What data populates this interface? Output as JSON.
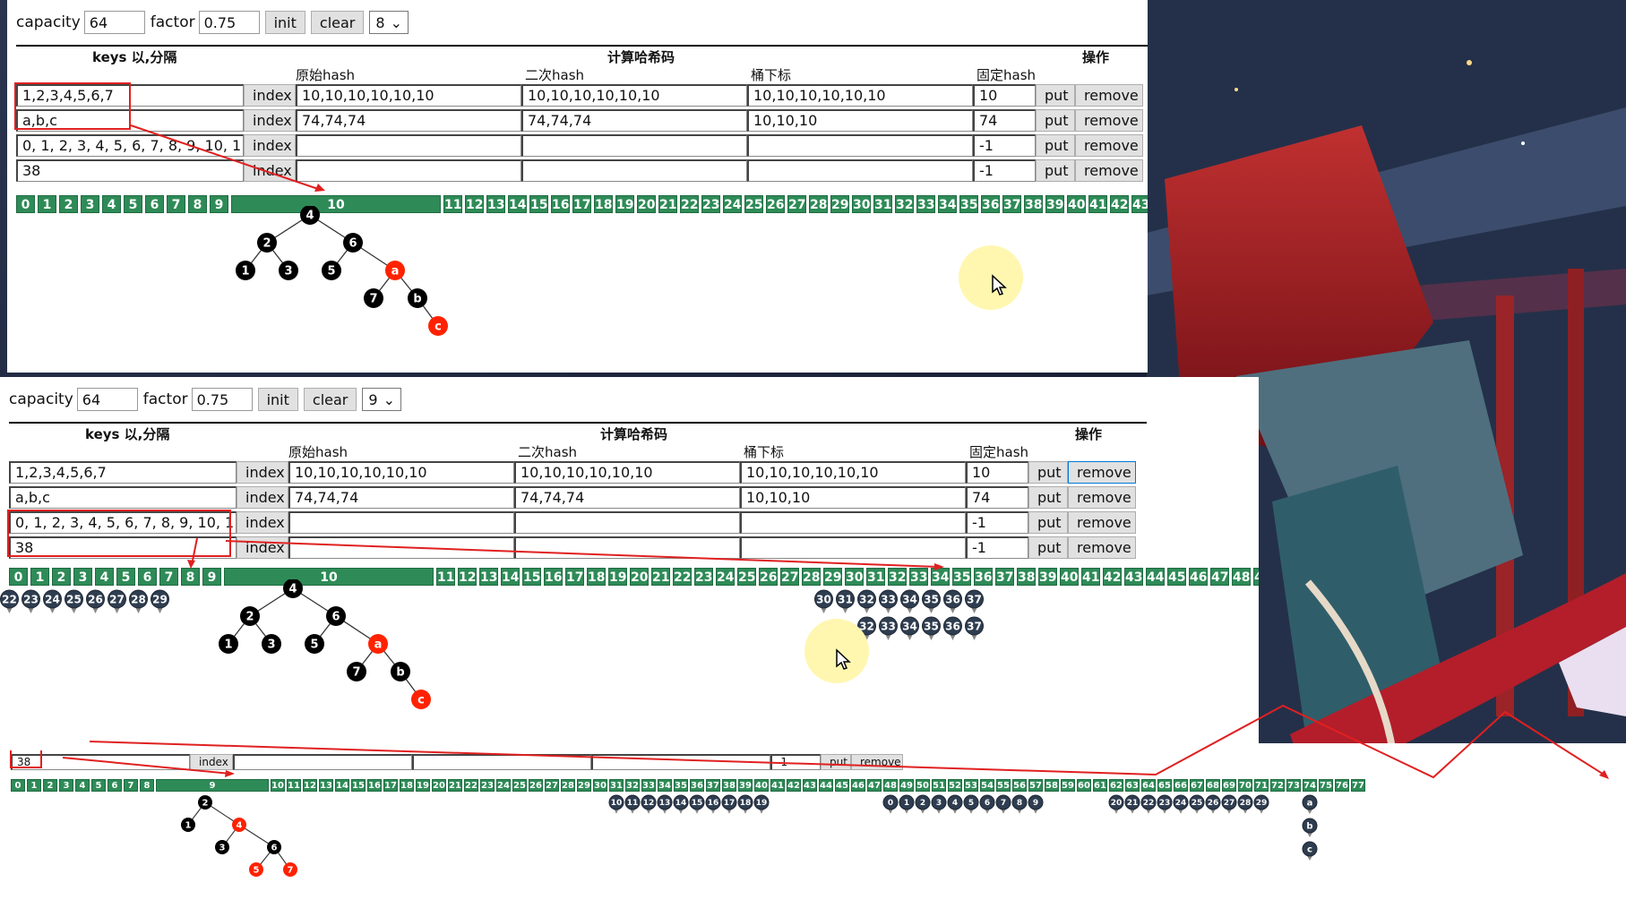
{
  "screen": {
    "top_bar": {
      "capacity_label": "capacity",
      "capacity_value": "64",
      "factor_label": "factor",
      "factor_value": "0.75",
      "init_label": "init",
      "clear_label": "clear"
    },
    "headers": {
      "keys": "keys 以,分隔",
      "compute": "计算哈希码",
      "ops": "操作",
      "raw_hash": "原始hash",
      "second_hash": "二次hash",
      "bucket_index": "桶下标",
      "fixed_hash": "固定hash"
    },
    "buttons": {
      "index": "index",
      "put": "put",
      "remove": "remove"
    },
    "rows": [
      {
        "keys": "1,2,3,4,5,6,7",
        "raw": "10,10,10,10,10,10",
        "second": "10,10,10,10,10,10",
        "bucket": "10,10,10,10,10,10",
        "fixed": "10"
      },
      {
        "keys": "a,b,c",
        "raw": "74,74,74",
        "second": "74,74,74",
        "bucket": "10,10,10",
        "fixed": "74"
      },
      {
        "keys": "0, 1, 2, 3, 4, 5, 6, 7, 8, 9, 10, 11, 1",
        "raw": "",
        "second": "",
        "bucket": "",
        "fixed": "-1"
      },
      {
        "keys": "38",
        "raw": "",
        "second": "",
        "bucket": "",
        "fixed": "-1"
      }
    ],
    "panel1_select": "8",
    "panel2_select": "9",
    "bottom_row": {
      "keys": "38",
      "index": "index",
      "fixed": "-1",
      "put": "put",
      "remove": "remove"
    }
  },
  "colors": {
    "bucket_green": "#2e8b57",
    "node_black": "#000000",
    "node_red": "#ff2200",
    "node_dark": "#2f3d50",
    "annotation_red": "#e02020"
  }
}
